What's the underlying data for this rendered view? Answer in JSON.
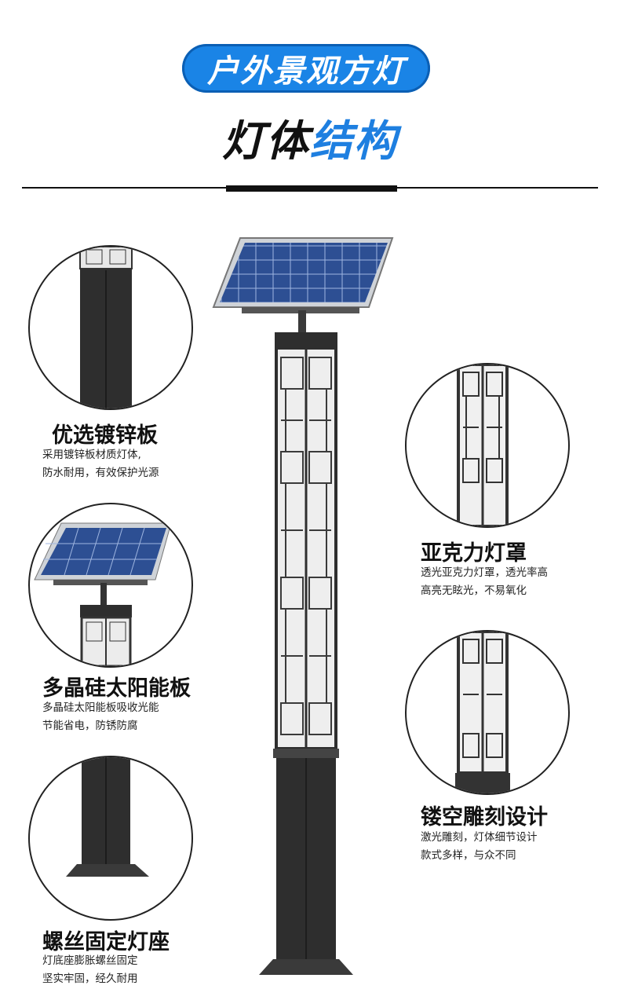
{
  "header": {
    "badge": "户外景观方灯",
    "title_part1": "灯体",
    "title_part2": "结构"
  },
  "features": [
    {
      "title": "优选镀锌板",
      "desc_line1": "采用镀锌板材质灯体,",
      "desc_line2": "防水耐用，有效保护光源"
    },
    {
      "title": "多晶硅太阳能板",
      "desc_line1": "多晶硅太阳能板吸收光能",
      "desc_line2": "节能省电，防锈防腐"
    },
    {
      "title": "螺丝固定灯座",
      "desc_line1": "灯底座膨胀螺丝固定",
      "desc_line2": "坚实牢固，经久耐用"
    },
    {
      "title": "亚克力灯罩",
      "desc_line1": "透光亚克力灯罩，透光率高",
      "desc_line2": "高亮无眩光，不易氧化"
    },
    {
      "title": "镂空雕刻设计",
      "desc_line1": "激光雕刻，灯体细节设计",
      "desc_line2": "款式多样，与众不同"
    }
  ],
  "colors": {
    "accent": "#1a84e6",
    "pole": "#2e2e2e",
    "panel": "#2c4a8c"
  }
}
